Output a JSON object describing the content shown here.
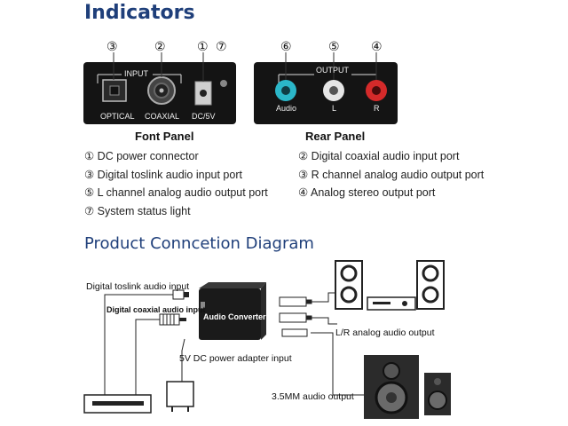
{
  "indicators": {
    "title": "Indicators",
    "front_panel": {
      "title": "Font Panel",
      "group_label": "INPUT",
      "numbers": [
        "③",
        "②",
        "①",
        "⑦"
      ],
      "port_labels": [
        "OPTICAL",
        "COAXIAL",
        "DC/5V"
      ]
    },
    "rear_panel": {
      "title": "Rear Panel",
      "group_label": "OUTPUT",
      "numbers": [
        "⑥",
        "⑤",
        "④"
      ],
      "port_labels": [
        "Audio",
        "L",
        "R"
      ]
    },
    "legend": {
      "left": [
        "① DC  power  connector",
        "③ Digital toslink audio input port",
        "⑤ L channel analog audio output port",
        "⑦ System status light"
      ],
      "right": [
        "② Digital coaxial audio input port",
        "③ R channel analog audio output port",
        "④ Analog stereo output port"
      ]
    }
  },
  "connection": {
    "title": "Product Conncetion Diagram",
    "labels": {
      "toslink": "Digital  toslink audio input",
      "coaxial": "Digital  coaxial audio input",
      "converter": "Audio Converter",
      "power": "5V DC power adapter input",
      "lr_output": "L/R analog audio output",
      "mm_output": "3.5MM audio output"
    }
  },
  "colors": {
    "title_blue": "#1f3f7a",
    "panel_black": "#141414",
    "audio_jack": "#2bb7c9",
    "r_jack": "#d42a2a"
  }
}
